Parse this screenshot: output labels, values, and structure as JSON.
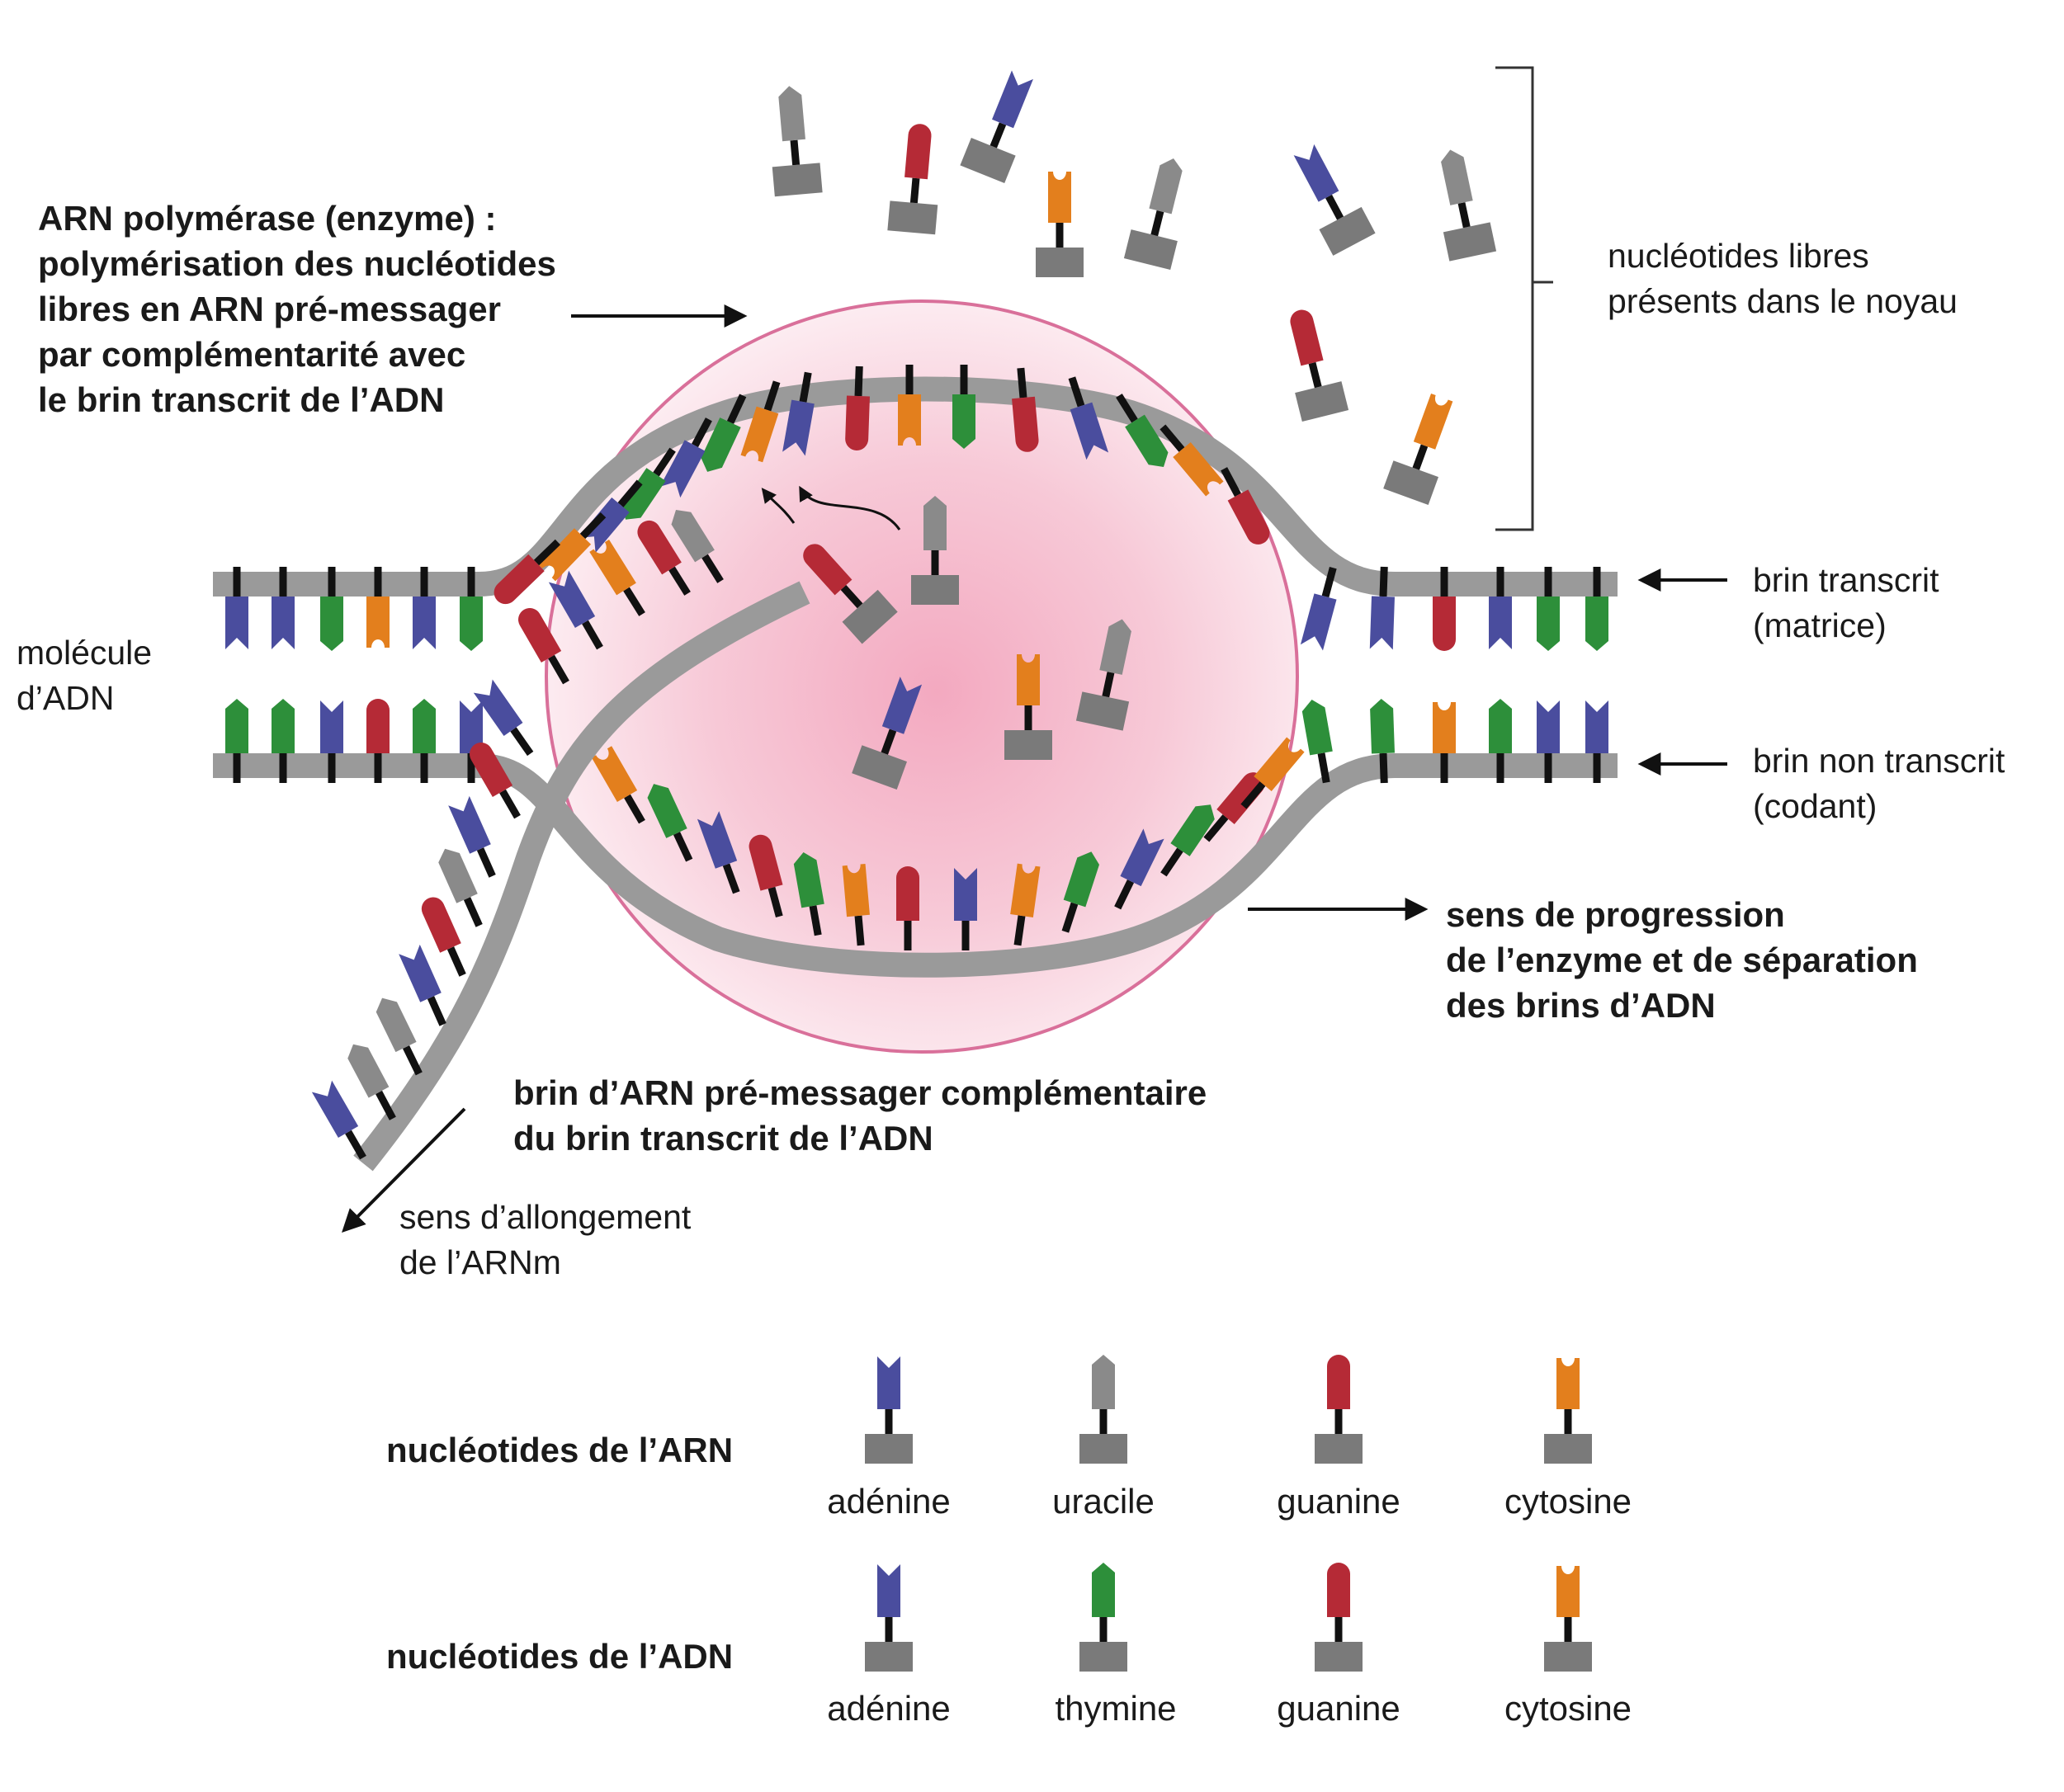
{
  "labels": {
    "polymerase": [
      "ARN polymérase (enzyme) :",
      "polymérisation des nucléotides",
      "libres en ARN pré-messager",
      "par complémentarité avec",
      "le brin transcrit de l’ADN"
    ],
    "free_nucleotides": [
      "nucléotides libres",
      "présents dans le noyau"
    ],
    "dna_molecule": [
      "molécule",
      "d’ADN"
    ],
    "template_strand": [
      "brin transcrit",
      "(matrice)"
    ],
    "coding_strand": [
      "brin non transcrit",
      "(codant)"
    ],
    "progression": [
      "sens de progression",
      "de l’enzyme et de séparation",
      "des brins d’ADN"
    ],
    "rna_strand": [
      "brin d’ARN pré-messager complémentaire",
      "du brin transcrit de l’ADN"
    ],
    "elongation": [
      "sens d’allongement",
      "de l’ARNm"
    ]
  },
  "legend": {
    "rna_title": "nucléotides de l’ARN",
    "dna_title": "nucléotides de l’ADN",
    "rna_items": [
      {
        "name": "adénine",
        "shape": "notch",
        "color": "#4a4d9e"
      },
      {
        "name": "uracile",
        "shape": "point",
        "color": "#8a8a8a"
      },
      {
        "name": "guanine",
        "shape": "round",
        "color": "#b52a36"
      },
      {
        "name": "cytosine",
        "shape": "cup",
        "color": "#e37f1d"
      }
    ],
    "dna_items": [
      {
        "name": "adénine",
        "shape": "notch",
        "color": "#4a4d9e"
      },
      {
        "name": "thymine",
        "shape": "point",
        "color": "#2d8f3a"
      },
      {
        "name": "guanine",
        "shape": "round",
        "color": "#b52a36"
      },
      {
        "name": "cytosine",
        "shape": "cup",
        "color": "#e37f1d"
      }
    ]
  },
  "colors": {
    "adenine": "#4a4d9e",
    "thymine": "#2d8f3a",
    "uracil": "#8a8a8a",
    "guanine": "#b52a36",
    "cytosine": "#e37f1d",
    "backbone": "#9a9a9a",
    "enzyme_outline": "#d9709a",
    "enzyme_fill": "#f6c2d2"
  }
}
